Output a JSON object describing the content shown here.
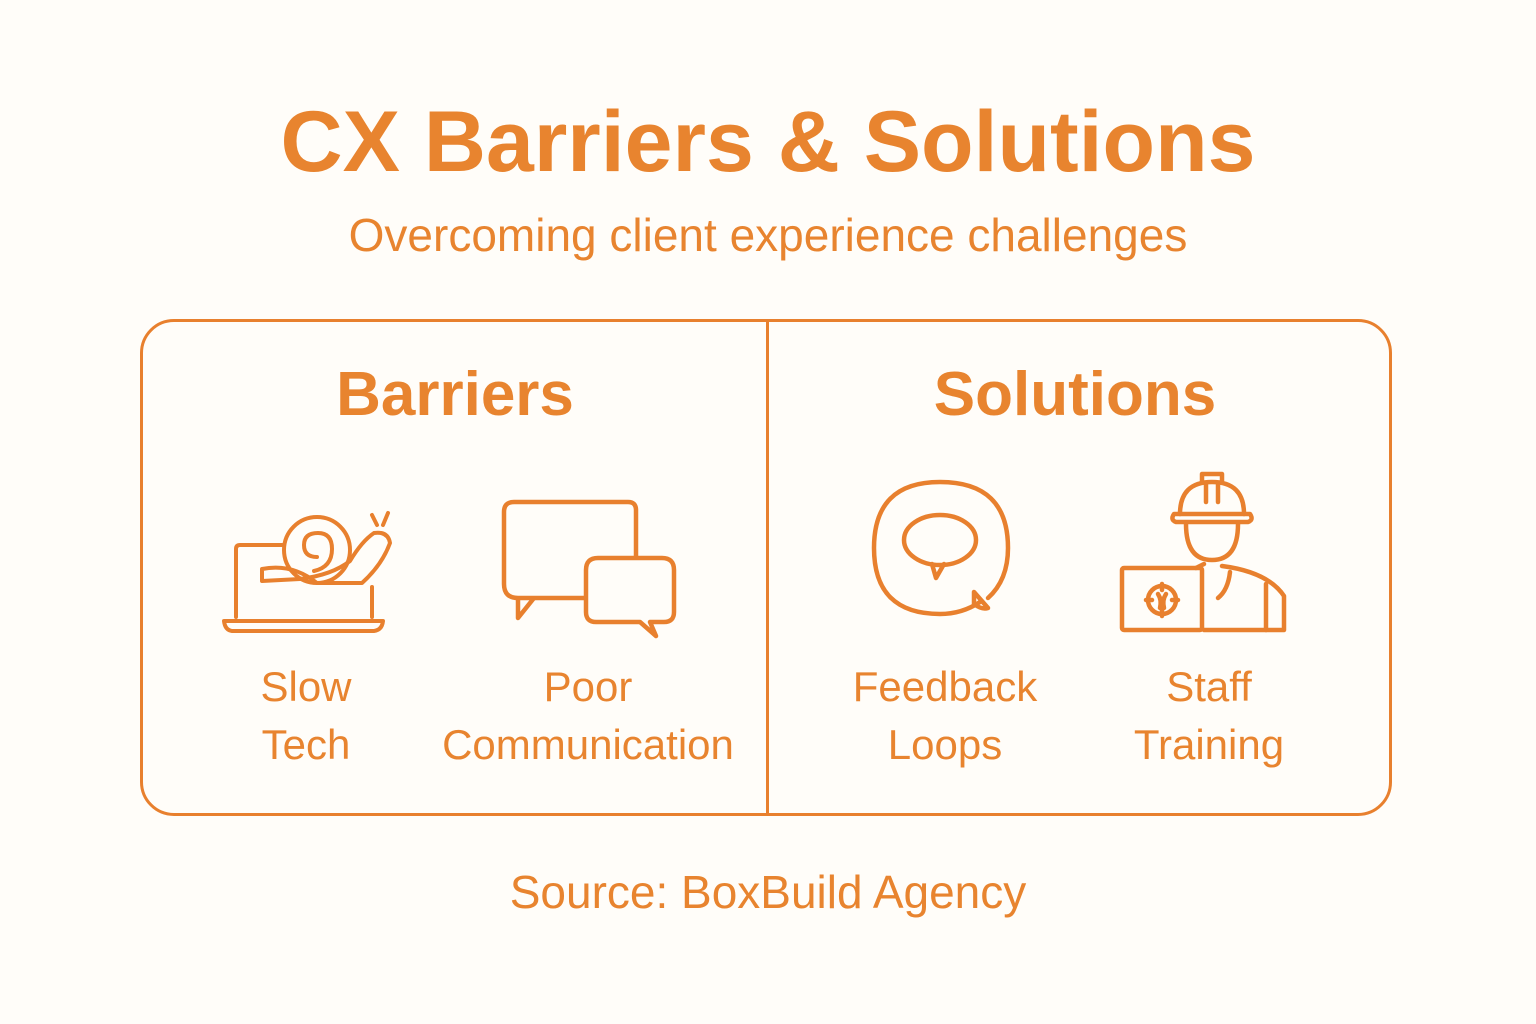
{
  "header": {
    "title": "CX Barriers & Solutions",
    "subtitle": "Overcoming client experience challenges"
  },
  "barriers": {
    "heading": "Barriers",
    "items": [
      {
        "icon": "snail-laptop-icon",
        "line1": "Slow",
        "line2": "Tech"
      },
      {
        "icon": "chat-bubbles-icon",
        "line1": "Poor",
        "line2": "Communication"
      }
    ]
  },
  "solutions": {
    "heading": "Solutions",
    "items": [
      {
        "icon": "feedback-loop-icon",
        "line1": "Feedback",
        "line2": "Loops"
      },
      {
        "icon": "worker-training-icon",
        "line1": "Staff",
        "line2": "Training"
      }
    ]
  },
  "footer": {
    "source": "Source: BoxBuild Agency"
  },
  "colors": {
    "accent": "#e8802e",
    "background": "#fffdf9"
  }
}
